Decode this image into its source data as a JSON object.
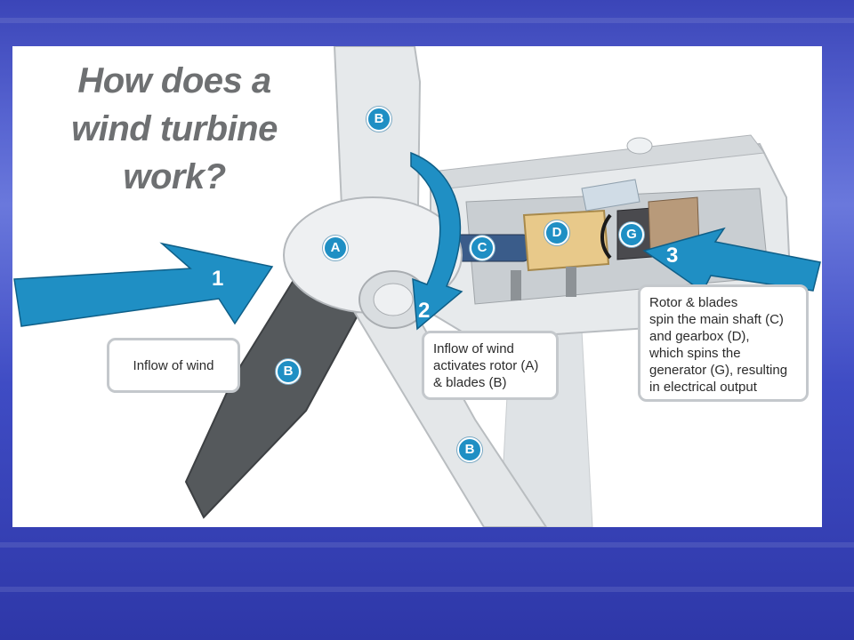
{
  "title": {
    "line1": "How does a",
    "line2": "wind turbine",
    "line3": "work?"
  },
  "steps": [
    {
      "number": "1",
      "text": "Inflow of wind"
    },
    {
      "number": "2",
      "line1": "Inflow of wind",
      "line2": "activates rotor (A)",
      "line3": "& blades (B)"
    },
    {
      "number": "3",
      "line1": "Rotor & blades",
      "line2": "spin the main shaft (C)",
      "line3": "and gearbox (D),",
      "line4": "which spins the",
      "line5": "generator (G), resulting",
      "line6": "in electrical output"
    }
  ],
  "labels": {
    "rotor": "A",
    "blade": "B",
    "shaft": "C",
    "gearbox": "D",
    "generator": "G"
  },
  "colors": {
    "arrow": "#1f8fc4",
    "background": "#3b45b8",
    "turbine": "#e4e8ea",
    "blade_dark": "#55595c"
  }
}
